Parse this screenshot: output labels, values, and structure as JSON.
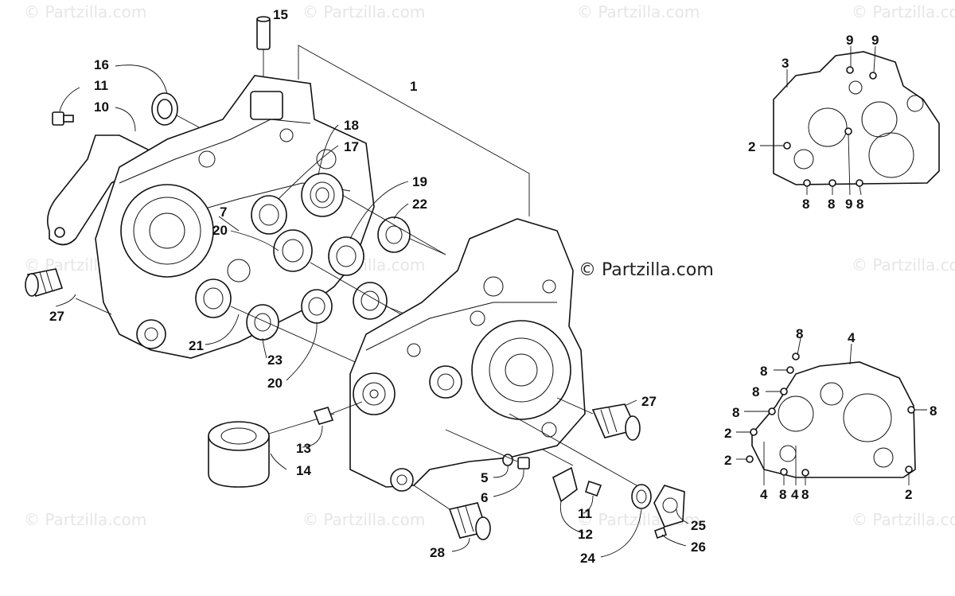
{
  "watermark": "© Partzilla.com",
  "copyright": "© Partzilla.com",
  "callouts": {
    "c1": "1",
    "c15": "15",
    "c16": "16",
    "c11a": "11",
    "c10": "10",
    "c18": "18",
    "c17": "17",
    "c19": "19",
    "c22": "22",
    "c7": "7",
    "c20a": "20",
    "c27a": "27",
    "c21": "21",
    "c23": "23",
    "c20b": "20",
    "c13": "13",
    "c14": "14",
    "c27b": "27",
    "c5": "5",
    "c6": "6",
    "c11b": "11",
    "c12": "12",
    "c25": "25",
    "c24": "24",
    "c26": "26",
    "c28": "28",
    "tr3": "3",
    "tr9a": "9",
    "tr9b": "9",
    "tr2": "2",
    "tr8a": "8",
    "tr8b": "8",
    "tr9c": "9",
    "tr8c": "8",
    "br8a": "8",
    "br4a": "4",
    "br8b": "8",
    "br8c": "8",
    "br8d": "8",
    "br8e": "8",
    "br2a": "2",
    "br2b": "2",
    "br4b": "4",
    "br8f": "8",
    "br4c": "4",
    "br8g": "8",
    "br2c": "2"
  },
  "colors": {
    "line": "#111111",
    "watermark": "#e6e6e6",
    "background": "#ffffff"
  }
}
